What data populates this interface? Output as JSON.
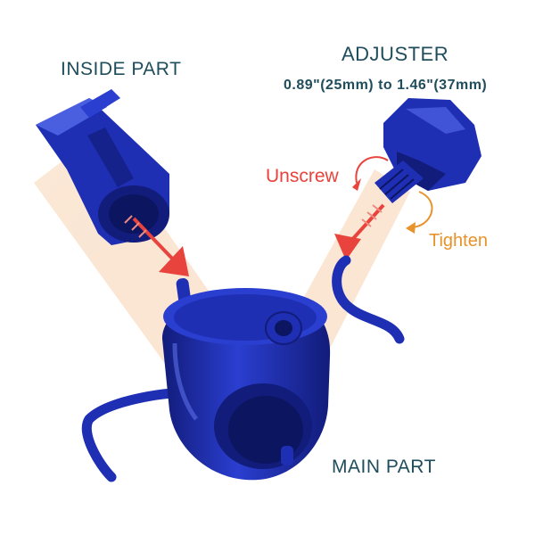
{
  "labels": {
    "inside_part": "INSIDE PART",
    "adjuster": "ADJUSTER",
    "range": "0.89\"(25mm) to 1.46\"(37mm)",
    "unscrew": "Unscrew",
    "tighten": "Tighten",
    "main_part": "MAIN PART"
  },
  "colors": {
    "part_blue": "#1e2fb4",
    "part_dark": "#121c7a",
    "part_light": "#4a5ee0",
    "arrow_red": "#e8433c",
    "unscrew_red": "#e8433c",
    "tighten_orange": "#e8922b",
    "beam": "#f6d6b8",
    "label_text": "#1f4d5c"
  }
}
